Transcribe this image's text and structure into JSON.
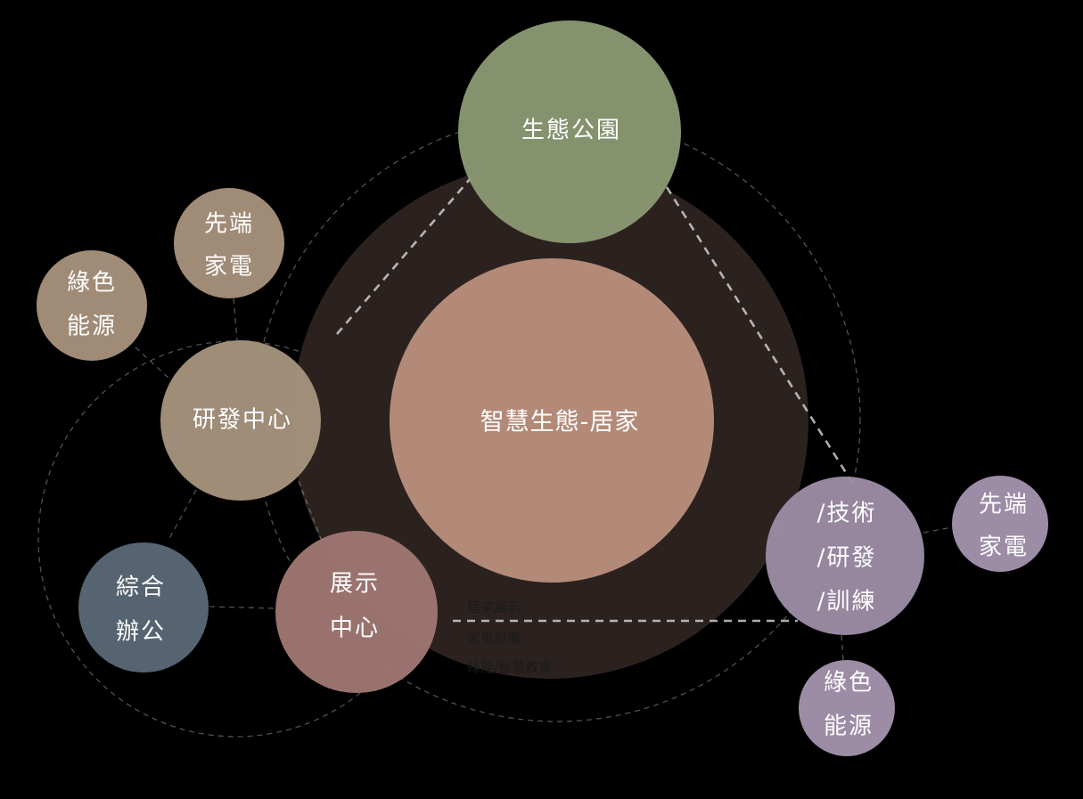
{
  "colors": {
    "background": "#000000",
    "halo": "#2b221f",
    "core": "#b38a78",
    "park": "#8c9a74",
    "rd": "#a8957e",
    "outer_rd": "#a08b76",
    "office": "#566471",
    "showroom": "#9f7773",
    "tech": "#9c8ca6"
  },
  "nodes": {
    "core": "智慧生態-居家",
    "park": "生態公園",
    "rd_center": "研發中心",
    "rd_appliance": {
      "line1": "先端",
      "line2": "家電"
    },
    "rd_energy": {
      "line1": "綠色",
      "line2": "能源"
    },
    "office": {
      "line1": "綜合",
      "line2": "辦公"
    },
    "showroom": {
      "line1": "展示",
      "line2": "中心"
    },
    "tech": {
      "line1": "/技術",
      "line2": "/研發",
      "line3": "/訓練"
    },
    "tech_appliance": {
      "line1": "先端",
      "line2": "家電"
    },
    "tech_energy": {
      "line1": "綠色",
      "line2": "能源"
    }
  },
  "notes": [
    "居家展示",
    "家電設備",
    "綠能/智慧教育"
  ]
}
